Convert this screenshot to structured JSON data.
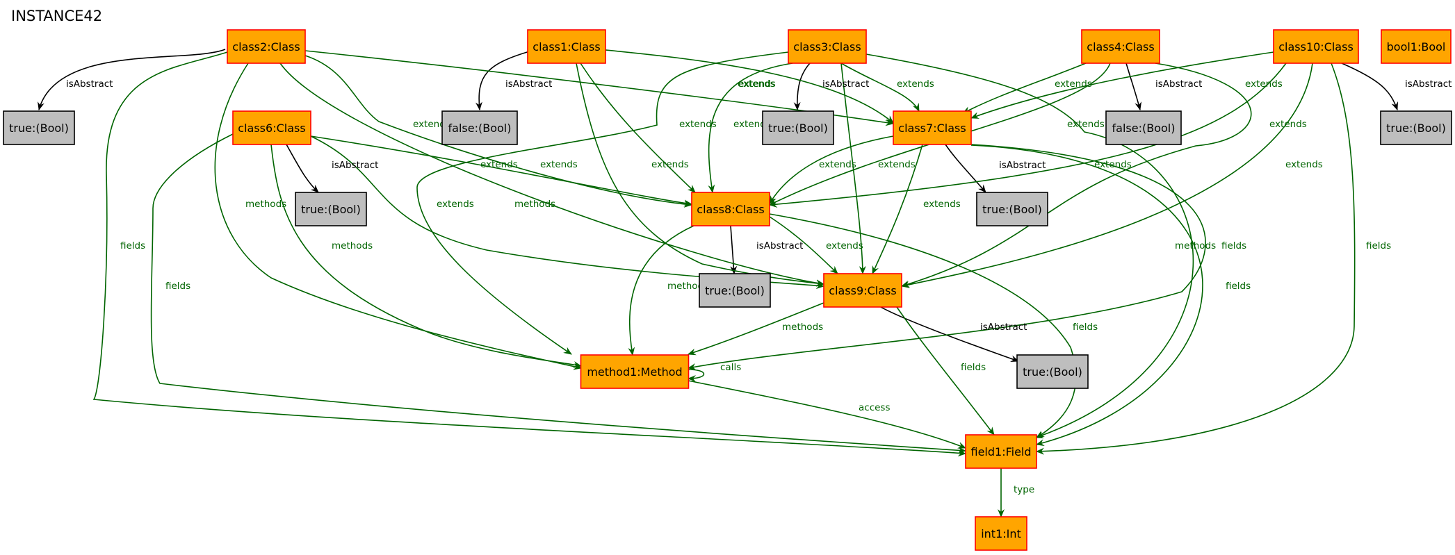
{
  "title": "INSTANCE42",
  "colors": {
    "class_fill": "#ffa500",
    "class_stroke": "#ff0000",
    "bool_fill": "#bebebe",
    "bool_stroke": "#000000",
    "edge_green": "#006400",
    "edge_black": "#000000"
  },
  "nodes": [
    {
      "id": "class2",
      "label": "class2:Class",
      "type": "class"
    },
    {
      "id": "class1",
      "label": "class1:Class",
      "type": "class"
    },
    {
      "id": "class3",
      "label": "class3:Class",
      "type": "class"
    },
    {
      "id": "class4",
      "label": "class4:Class",
      "type": "class"
    },
    {
      "id": "class10",
      "label": "class10:Class",
      "type": "class"
    },
    {
      "id": "bool1",
      "label": "bool1:Bool",
      "type": "class"
    },
    {
      "id": "true_a",
      "label": "true:(Bool)",
      "type": "bool"
    },
    {
      "id": "false_a",
      "label": "false:(Bool)",
      "type": "bool"
    },
    {
      "id": "true_b",
      "label": "true:(Bool)",
      "type": "bool"
    },
    {
      "id": "class7",
      "label": "class7:Class",
      "type": "class"
    },
    {
      "id": "false_b",
      "label": "false:(Bool)",
      "type": "bool"
    },
    {
      "id": "true_c",
      "label": "true:(Bool)",
      "type": "bool"
    },
    {
      "id": "class6",
      "label": "class6:Class",
      "type": "class"
    },
    {
      "id": "true_d",
      "label": "true:(Bool)",
      "type": "bool"
    },
    {
      "id": "class8",
      "label": "class8:Class",
      "type": "class"
    },
    {
      "id": "true_e",
      "label": "true:(Bool)",
      "type": "bool"
    },
    {
      "id": "true_f",
      "label": "true:(Bool)",
      "type": "bool"
    },
    {
      "id": "class9",
      "label": "class9:Class",
      "type": "class"
    },
    {
      "id": "method1",
      "label": "method1:Method",
      "type": "class"
    },
    {
      "id": "true_g",
      "label": "true:(Bool)",
      "type": "bool"
    },
    {
      "id": "field1",
      "label": "field1:Field",
      "type": "class"
    },
    {
      "id": "int1",
      "label": "int1:Int",
      "type": "class"
    }
  ],
  "edges": [
    {
      "from": "class2",
      "to": "true_a",
      "label": "isAbstract",
      "color": "black"
    },
    {
      "from": "class1",
      "to": "false_a",
      "label": "isAbstract",
      "color": "black"
    },
    {
      "from": "class3",
      "to": "true_b",
      "label": "isAbstract",
      "color": "black"
    },
    {
      "from": "class4",
      "to": "false_b",
      "label": "isAbstract",
      "color": "black"
    },
    {
      "from": "class10",
      "to": "true_c",
      "label": "isAbstract",
      "color": "black"
    },
    {
      "from": "class6",
      "to": "true_d",
      "label": "isAbstract",
      "color": "black"
    },
    {
      "from": "class7",
      "to": "true_e",
      "label": "isAbstract",
      "color": "black"
    },
    {
      "from": "class8",
      "to": "true_f",
      "label": "isAbstract",
      "color": "black"
    },
    {
      "from": "class9",
      "to": "true_g",
      "label": "isAbstract",
      "color": "black"
    },
    {
      "from": "class2",
      "to": "class7",
      "label": "extends",
      "color": "green"
    },
    {
      "from": "class2",
      "to": "class8",
      "label": "extends",
      "color": "green"
    },
    {
      "from": "class2",
      "to": "class9",
      "label": "extends",
      "color": "green"
    },
    {
      "from": "class2",
      "to": "method1",
      "label": "methods",
      "color": "green"
    },
    {
      "from": "class2",
      "to": "field1",
      "label": "fields",
      "color": "green"
    },
    {
      "from": "class1",
      "to": "class7",
      "label": "extends",
      "color": "green"
    },
    {
      "from": "class1",
      "to": "class8",
      "label": "extends",
      "color": "green"
    },
    {
      "from": "class1",
      "to": "class9",
      "label": "extends",
      "color": "green"
    },
    {
      "from": "class3",
      "to": "class7",
      "label": "extends",
      "color": "green"
    },
    {
      "from": "class3",
      "to": "class8",
      "label": "extends",
      "color": "green"
    },
    {
      "from": "class3",
      "to": "class9",
      "label": "extends",
      "color": "green"
    },
    {
      "from": "class3",
      "to": "method1",
      "label": "methods",
      "color": "green"
    },
    {
      "from": "class3",
      "to": "field1",
      "label": "fields",
      "color": "green"
    },
    {
      "from": "class4",
      "to": "class7",
      "label": "extends",
      "color": "green"
    },
    {
      "from": "class4",
      "to": "class8",
      "label": "extends",
      "color": "green"
    },
    {
      "from": "class4",
      "to": "class9",
      "label": "extends",
      "color": "green"
    },
    {
      "from": "class10",
      "to": "class7",
      "label": "extends",
      "color": "green"
    },
    {
      "from": "class10",
      "to": "class8",
      "label": "extends",
      "color": "green"
    },
    {
      "from": "class10",
      "to": "class9",
      "label": "extends",
      "color": "green"
    },
    {
      "from": "class10",
      "to": "field1",
      "label": "fields",
      "color": "green"
    },
    {
      "from": "class6",
      "to": "class8",
      "label": "extends",
      "color": "green"
    },
    {
      "from": "class6",
      "to": "class9",
      "label": "extends",
      "color": "green"
    },
    {
      "from": "class6",
      "to": "method1",
      "label": "methods",
      "color": "green"
    },
    {
      "from": "class6",
      "to": "field1",
      "label": "fields",
      "color": "green"
    },
    {
      "from": "class7",
      "to": "class8",
      "label": "extends",
      "color": "green"
    },
    {
      "from": "class7",
      "to": "class9",
      "label": "extends",
      "color": "green"
    },
    {
      "from": "class7",
      "to": "method1",
      "label": "methods",
      "color": "green"
    },
    {
      "from": "class7",
      "to": "field1",
      "label": "fields",
      "color": "green"
    },
    {
      "from": "class8",
      "to": "class9",
      "label": "extends",
      "color": "green"
    },
    {
      "from": "class8",
      "to": "method1",
      "label": "methods",
      "color": "green"
    },
    {
      "from": "class8",
      "to": "field1",
      "label": "fields",
      "color": "green"
    },
    {
      "from": "class9",
      "to": "method1",
      "label": "methods",
      "color": "green"
    },
    {
      "from": "class9",
      "to": "field1",
      "label": "fields",
      "color": "green"
    },
    {
      "from": "method1",
      "to": "method1",
      "label": "calls",
      "color": "green"
    },
    {
      "from": "method1",
      "to": "field1",
      "label": "access",
      "color": "green"
    },
    {
      "from": "field1",
      "to": "int1",
      "label": "type",
      "color": "green"
    }
  ]
}
